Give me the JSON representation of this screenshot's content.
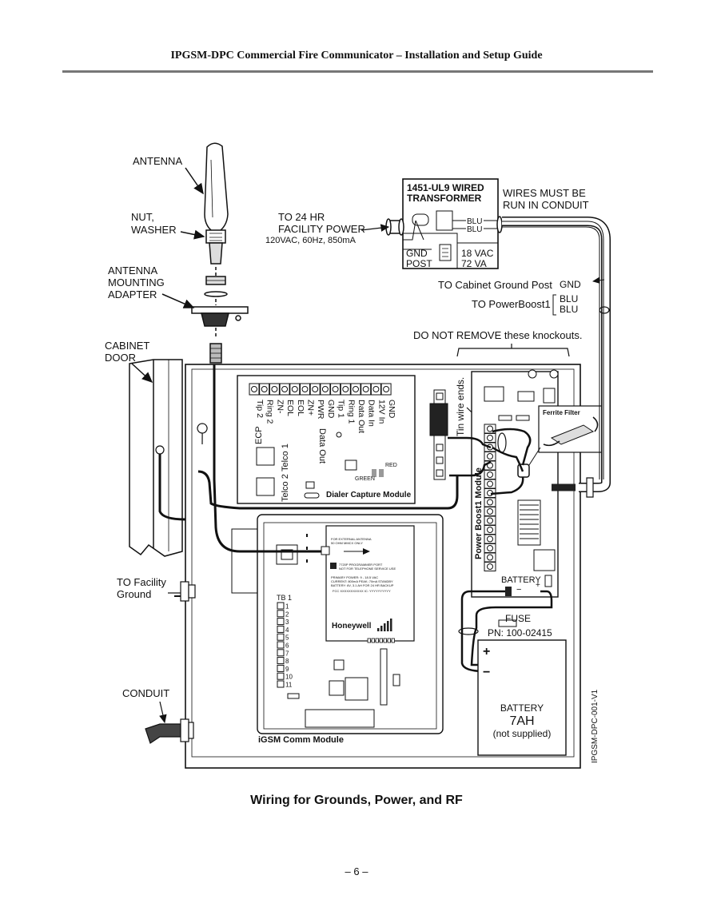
{
  "header": {
    "title": "IPGSM-DPC Commercial Fire Communicator – Installation and Setup Guide"
  },
  "diagram": {
    "callouts": {
      "antenna": "ANTENNA",
      "nut_washer": [
        "NUT,",
        "WASHER"
      ],
      "mounting_adapter": [
        "ANTENNA",
        "MOUNTING",
        "ADAPTER"
      ],
      "cabinet_door": [
        "CABINET",
        "DOOR"
      ],
      "facility_ground": [
        "TO Facility",
        "Ground"
      ],
      "conduit": "CONDUIT",
      "to_24hr": [
        "TO 24 HR",
        "FACILITY POWER"
      ],
      "power_spec": "120VAC, 60Hz, 850mA",
      "wires_conduit": [
        "WIRES MUST BE",
        "RUN IN CONDUIT"
      ],
      "cabinet_ground_post": "TO Cabinet Ground Post",
      "powerboost": "TO PowerBoost1",
      "knockouts": "DO NOT REMOVE these knockouts.",
      "tin_wire": "Tin wire ends.",
      "ferrite": "Ferrite Filter",
      "fuse": "FUSE",
      "pn": "PN: 100-02415",
      "doc_id": "IPGSM-DPC-001-V1"
    },
    "transformer": {
      "title": [
        "1451-UL9 WIRED",
        "TRANSFORMER"
      ],
      "blu1": "BLU",
      "blu2": "BLU",
      "gnd_post": [
        "GND",
        "POST"
      ],
      "rating": [
        "18 VAC",
        "72 VA"
      ]
    },
    "wire_labels": {
      "gnd": "GND",
      "blu1": "BLU",
      "blu2": "BLU"
    },
    "dialer": {
      "name": "Dialer Capture Module",
      "terminals": [
        "Tip 2",
        "Ring 2",
        "ZN-",
        "EOL",
        "EOL",
        "ZN+",
        "PWR",
        "GND",
        "Tip 1",
        "Ring 1",
        "Data Out",
        "Data In",
        "12V In",
        "GND"
      ],
      "ecp": "ECP",
      "telco1": "Telco 1",
      "telco2": "Telco 2",
      "data_out": "Data Out",
      "red": "RED",
      "green": "GREEN"
    },
    "powerboost": {
      "name": "Power Boost1 Module",
      "battery": "BATTERY"
    },
    "igsm": {
      "name": "iGSM Comm Module",
      "tb_label": "TB 1",
      "tb": [
        "1",
        "2",
        "3",
        "4",
        "5",
        "6",
        "7",
        "8",
        "9",
        "10",
        "11"
      ],
      "brand": "Honeywell",
      "antenna_note": [
        "FOR EXTERNAL ANTENNA",
        "50 OHM MMCX ONLY"
      ],
      "programmer_note": [
        "7720P PROGRAMMER PORT",
        "NOT FOR TELEPHONE SERVICE USE"
      ],
      "power_note": [
        "PRIMARY POWER: 9 - 18.5 VAC",
        "CURRENT: 800mA PEAK; 70mA STANDBY",
        "BATTERY: 6V, 3.1 AH FOR 24 HR BACKUP"
      ],
      "ids": "FCC XXXXXXXXXXX   IC: YYYYYYYYYY"
    },
    "battery": {
      "plus": "+",
      "minus": "−",
      "label": "BATTERY",
      "capacity": "7AH",
      "note": "(not supplied)"
    }
  },
  "caption": "Wiring for Grounds, Power, and RF",
  "page_number": "– 6 –"
}
